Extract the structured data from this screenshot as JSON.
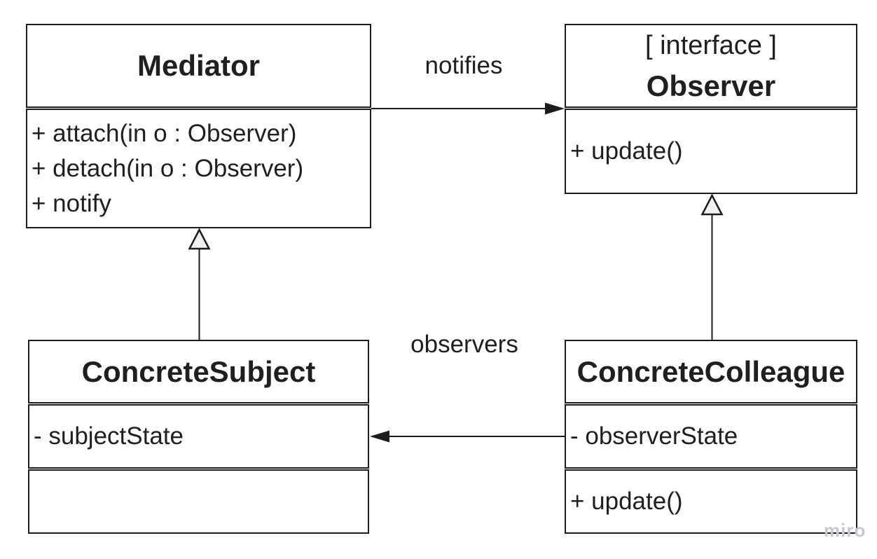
{
  "diagram": {
    "classes": {
      "mediator": {
        "name": "Mediator",
        "attributes": [],
        "methods": [
          "+ attach(in o : Observer)",
          "+ detach(in o : Observer)",
          "+ notify"
        ]
      },
      "observer": {
        "stereotype": "[ interface ]",
        "name": "Observer",
        "attributes": [],
        "methods": [
          "+ update()"
        ]
      },
      "concrete_subject": {
        "name": "ConcreteSubject",
        "attributes": [
          "- subjectState"
        ],
        "methods": []
      },
      "concrete_colleague": {
        "name": "ConcreteColleague",
        "attributes": [
          "- observerState"
        ],
        "methods": [
          "+ update()"
        ]
      }
    },
    "relationships": [
      {
        "type": "directed-association",
        "from": "Mediator",
        "to": "Observer",
        "label": "notifies"
      },
      {
        "type": "directed-association",
        "from": "ConcreteColleague",
        "to": "ConcreteSubject",
        "label": "observers"
      },
      {
        "type": "generalization",
        "from": "ConcreteSubject",
        "to": "Mediator",
        "label": ""
      },
      {
        "type": "generalization",
        "from": "ConcreteColleague",
        "to": "Observer",
        "label": ""
      }
    ],
    "watermark": "miro",
    "colors": {
      "line": "#1c1c1c",
      "text": "#1f1f1f",
      "background": "#ffffff",
      "triangle_fill": "#f0f0f0",
      "watermark": "#c6c9ce"
    }
  }
}
